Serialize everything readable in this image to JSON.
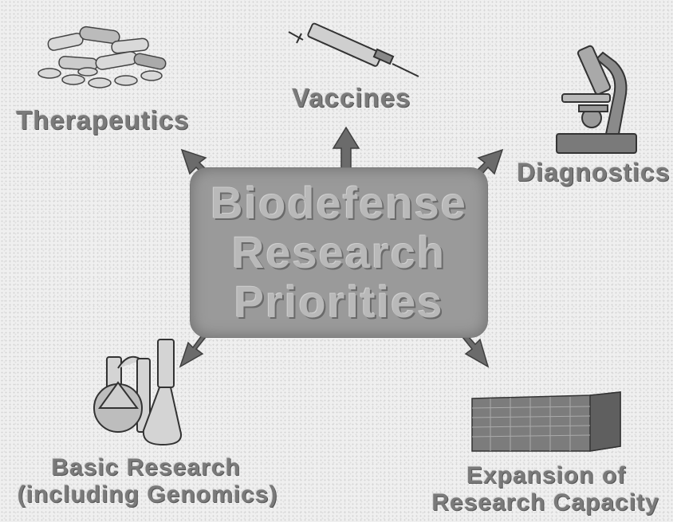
{
  "center": {
    "lines": [
      "Biodefense",
      "Research",
      "Priorities"
    ]
  },
  "labels": {
    "therapeutics": "Therapeutics",
    "vaccines": "Vaccines",
    "diagnostics": "Diagnostics",
    "basic_line1": "Basic Research",
    "basic_line2": "(including Genomics)",
    "expansion_line1": "Expansion of",
    "expansion_line2": "Research Capacity"
  },
  "colors": {
    "arrow": "#6b6b6b",
    "box": "#9a9a9a",
    "label": "#7a7a7a",
    "background": "#efefef"
  },
  "icons": [
    "pills-icon",
    "syringe-icon",
    "microscope-icon",
    "lab-flasks-icon",
    "building-icon"
  ]
}
